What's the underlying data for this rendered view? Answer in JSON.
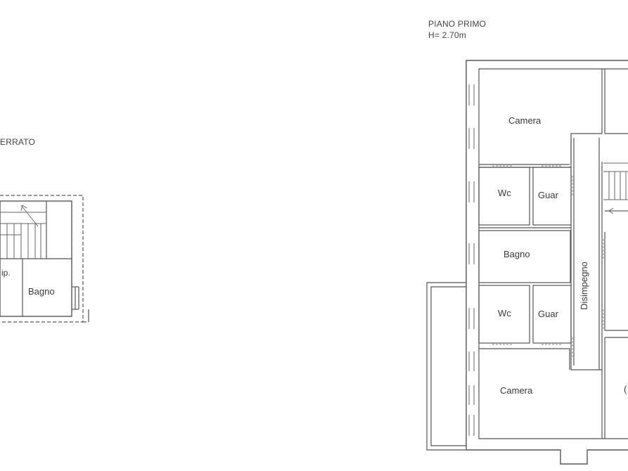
{
  "seminterrato": {
    "title": "ERRATO",
    "rooms": {
      "rip": "ip.",
      "bagno": "Bagno"
    }
  },
  "piano_primo": {
    "title": "PIANO PRIMO",
    "height": "H= 2.70m",
    "rooms": {
      "camera_top": "Camera",
      "wc_top": "Wc",
      "guar_top": "Guar",
      "bagno": "Bagno",
      "wc_bottom": "Wc",
      "guar_bottom": "Guar",
      "disimpegno": "Disimpegno",
      "camera_bottom": "Camera",
      "room_right_partial": "("
    }
  }
}
